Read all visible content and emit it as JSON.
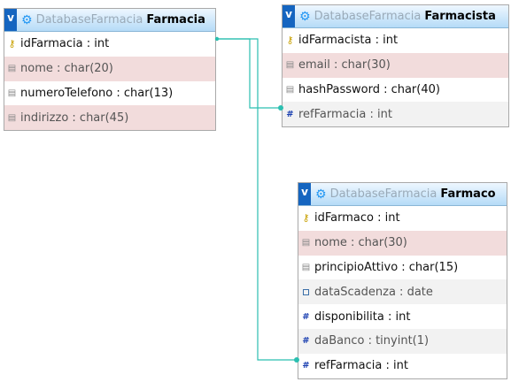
{
  "tables": [
    {
      "id": "farmacia",
      "db": "DatabaseFarmacia",
      "name": "Farmacia",
      "columns": [
        {
          "label": "idFarmacia : int",
          "icon": "key-icon",
          "style": ""
        },
        {
          "label": "nome : char(20)",
          "icon": "text-field-icon",
          "style": "pink"
        },
        {
          "label": "numeroTelefono : char(13)",
          "icon": "text-field-icon",
          "style": ""
        },
        {
          "label": "indirizzo : char(45)",
          "icon": "text-field-icon",
          "style": "pink"
        }
      ]
    },
    {
      "id": "farmacista",
      "db": "DatabaseFarmacia",
      "name": "Farmacista",
      "columns": [
        {
          "label": "idFarmacista : int",
          "icon": "key-icon",
          "style": ""
        },
        {
          "label": "email : char(30)",
          "icon": "text-field-icon",
          "style": "pink"
        },
        {
          "label": "hashPassword : char(40)",
          "icon": "text-field-icon",
          "style": ""
        },
        {
          "label": "refFarmacia : int",
          "icon": "number-field-icon",
          "style": "even"
        }
      ]
    },
    {
      "id": "farmaco",
      "db": "DatabaseFarmacia",
      "name": "Farmaco",
      "columns": [
        {
          "label": "idFarmaco : int",
          "icon": "key-icon",
          "style": ""
        },
        {
          "label": "nome : char(30)",
          "icon": "text-field-icon",
          "style": "pink"
        },
        {
          "label": "principioAttivo : char(15)",
          "icon": "text-field-icon",
          "style": ""
        },
        {
          "label": "dataScadenza : date",
          "icon": "date-field-icon",
          "style": "even"
        },
        {
          "label": "disponibilita : int",
          "icon": "number-field-icon",
          "style": ""
        },
        {
          "label": "daBanco : tinyint(1)",
          "icon": "number-field-icon",
          "style": "even"
        },
        {
          "label": "refFarmacia : int",
          "icon": "number-field-icon",
          "style": ""
        }
      ]
    }
  ],
  "header": {
    "toggle_label": "v"
  },
  "relation_color": "#2bbfb0"
}
